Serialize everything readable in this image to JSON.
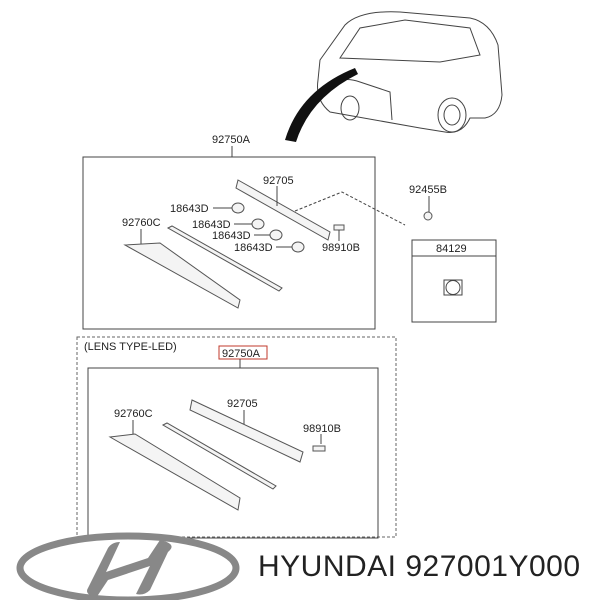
{
  "diagram": {
    "main_assembly": {
      "assembly_label": "92750A",
      "parts": {
        "housing": "92705",
        "bulb_1": "18643D",
        "bulb_2": "18643D",
        "bulb_3": "18643D",
        "bulb_4": "18643D",
        "lens": "92760C",
        "socket": "98910B"
      }
    },
    "fastener": "92455B",
    "aux_box_label": "84129",
    "led_variant": {
      "title": "(LENS TYPE-LED)",
      "assembly_label": "92750A",
      "highlight_color": "#c0392b",
      "parts": {
        "housing": "92705",
        "lens": "92760C",
        "socket": "98910B"
      }
    }
  },
  "footer": {
    "brand": "HYUNDAI",
    "part_number": "927001Y000",
    "logo_text": "HYUNDAI"
  }
}
